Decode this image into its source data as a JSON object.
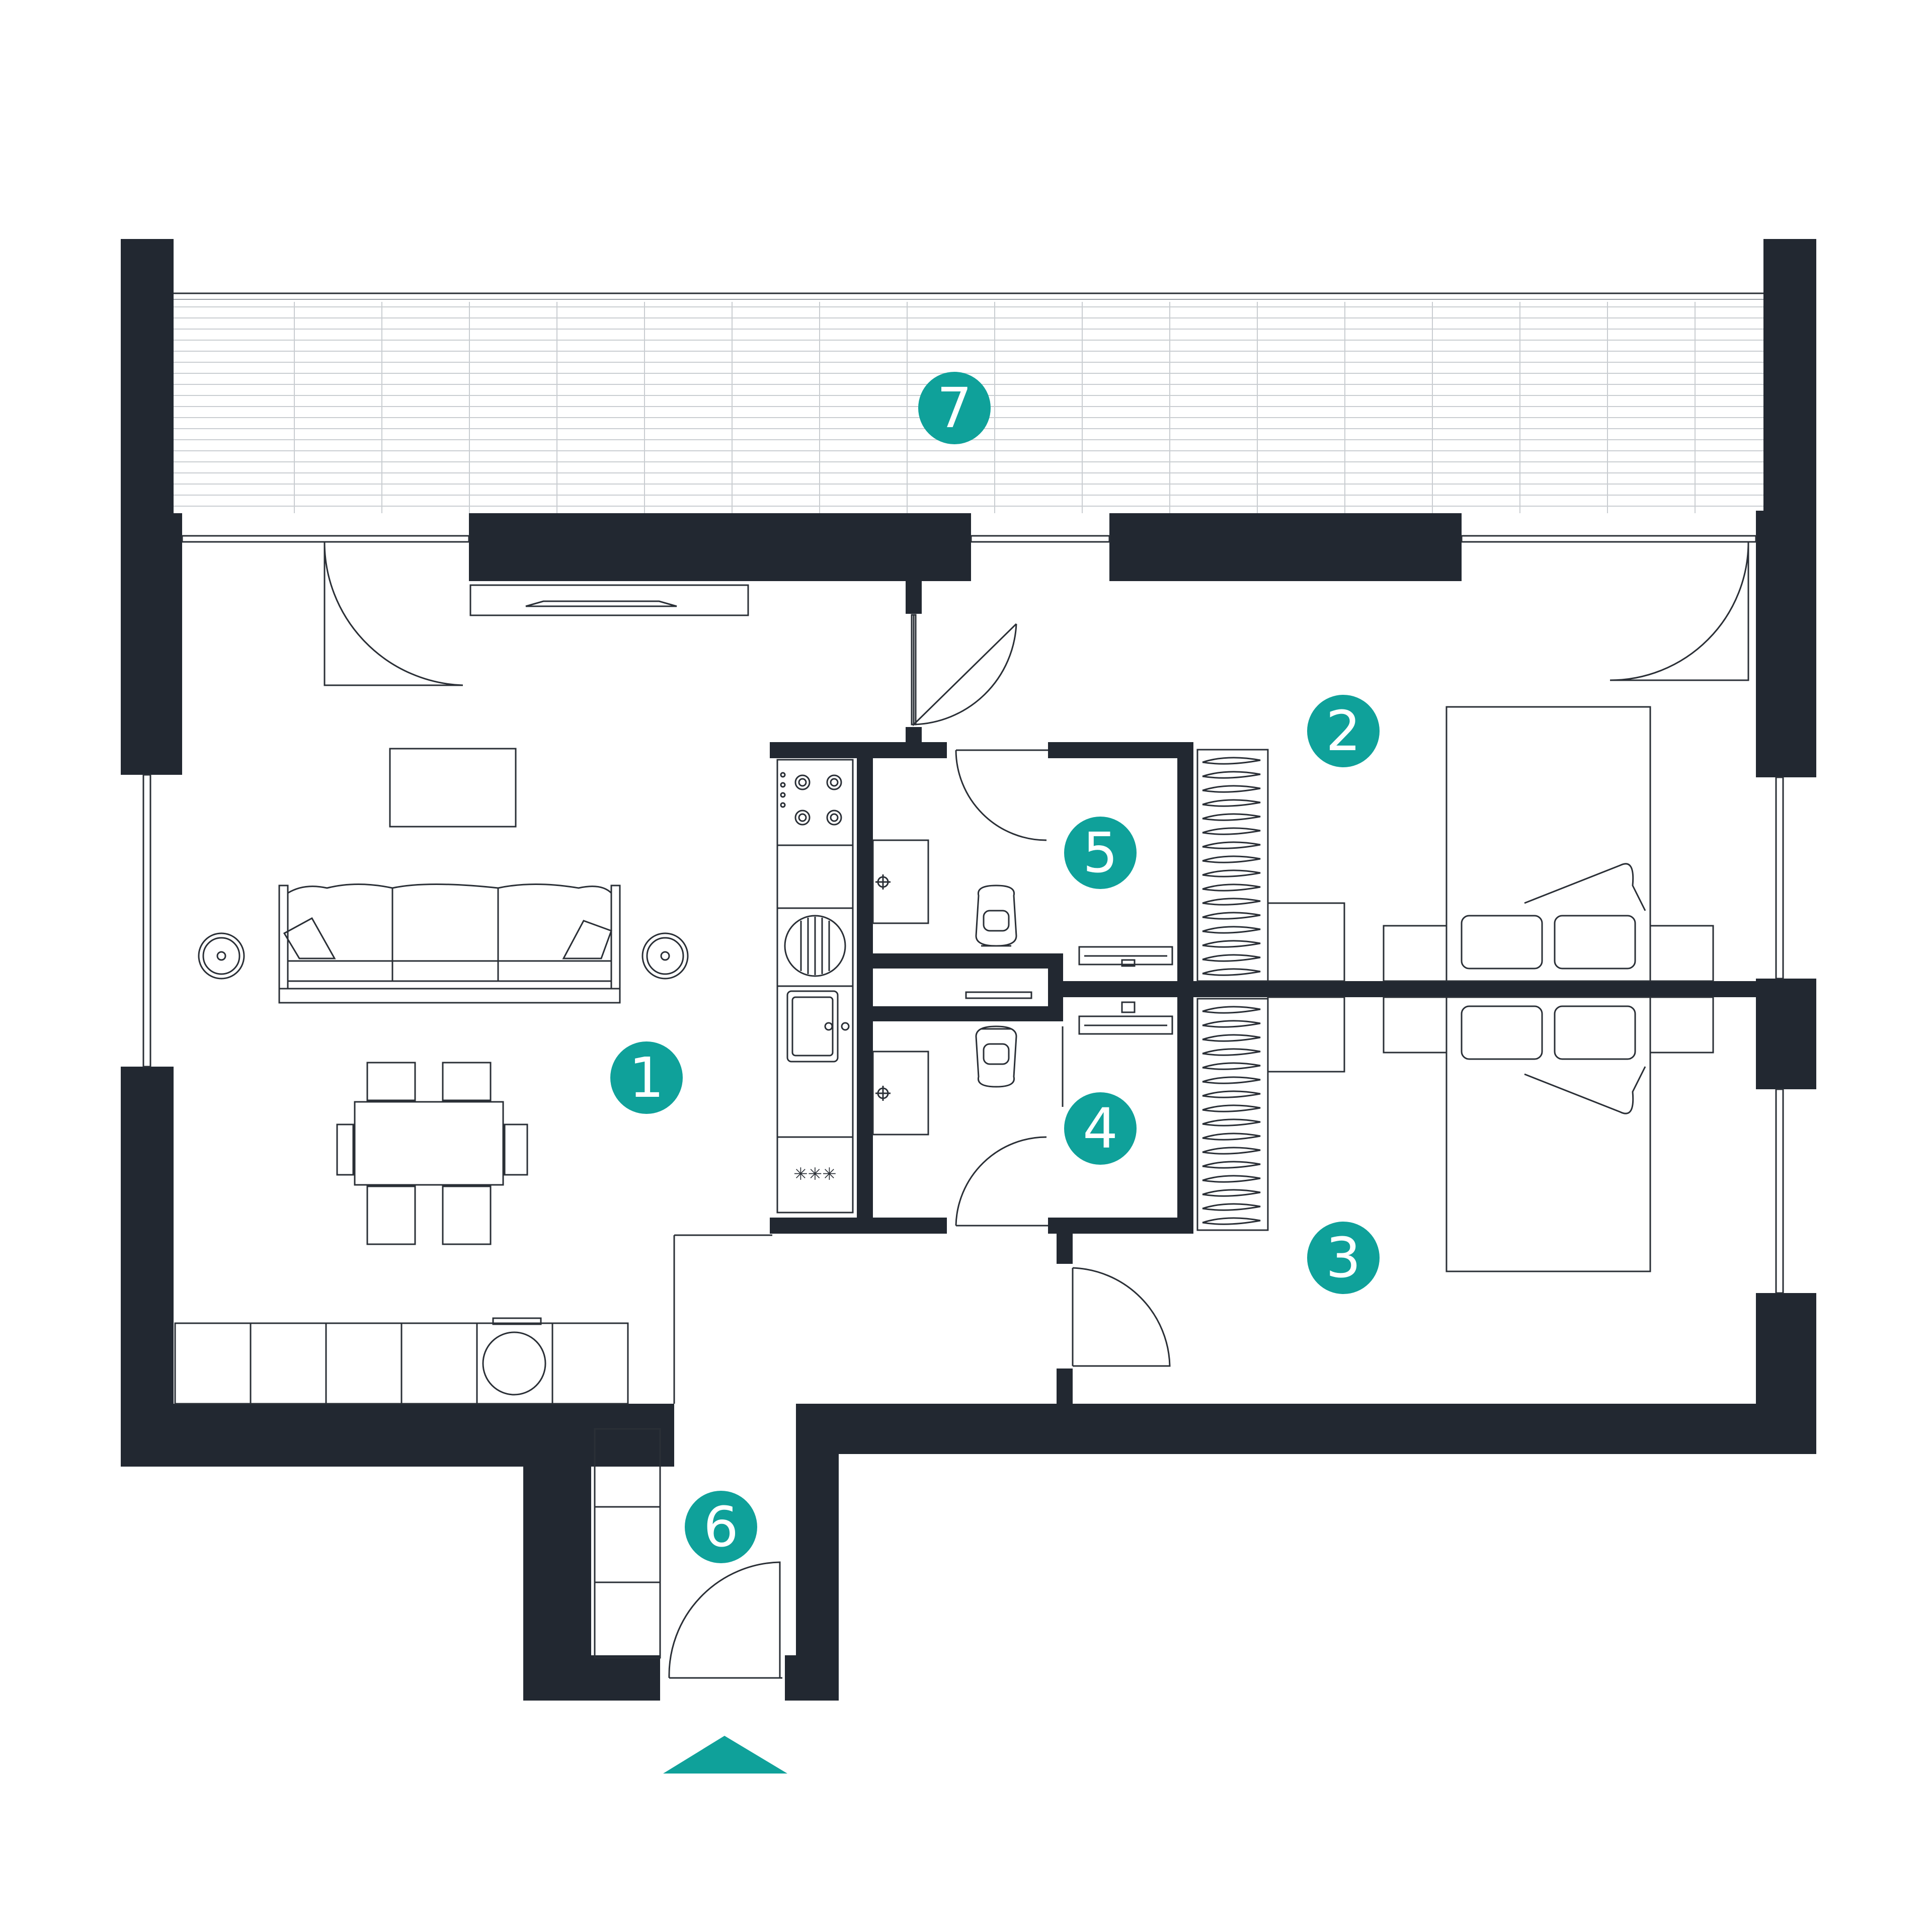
{
  "colors": {
    "wall": "#222831",
    "accent": "#0fa19a",
    "background": "#ffffff"
  },
  "rooms": [
    {
      "id": "room-1",
      "label": "1"
    },
    {
      "id": "room-2",
      "label": "2"
    },
    {
      "id": "room-3",
      "label": "3"
    },
    {
      "id": "room-4",
      "label": "4"
    },
    {
      "id": "room-5",
      "label": "5"
    },
    {
      "id": "room-6",
      "label": "6"
    },
    {
      "id": "room-7",
      "label": "7"
    }
  ],
  "icons": {
    "entrance": "entrance-arrow-icon"
  }
}
